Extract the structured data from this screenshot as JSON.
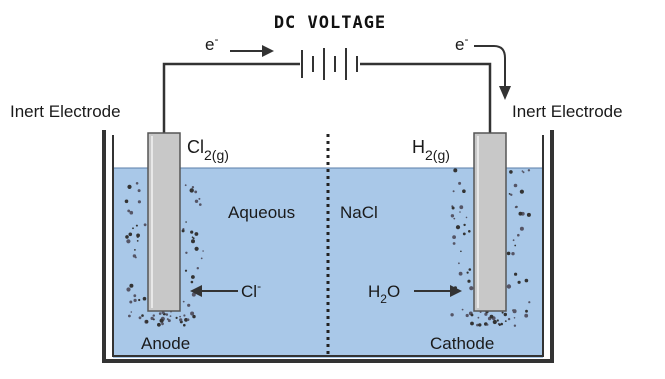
{
  "title": "DC VOLTAGE",
  "electron_left": "e",
  "electron_left_sup": "-",
  "electron_right": "e",
  "electron_right_sup": "-",
  "electrode_left_label": "Inert Electrode",
  "electrode_right_label": "Inert Electrode",
  "gas_left": {
    "base": "Cl",
    "sub": "2(g)"
  },
  "gas_right": {
    "base": "H",
    "sub": "2(g)"
  },
  "solution_left": "Aqueous",
  "solution_right": "NaCl",
  "ion_left": {
    "base": "Cl",
    "sup": "-"
  },
  "ion_right": {
    "base": "H",
    "sub": "2",
    "rest": "O"
  },
  "anode_label": "Anode",
  "cathode_label": "Cathode",
  "colors": {
    "solution": "#a9c8e8",
    "electrode": "#c8c8c8",
    "wire": "#3a3a3a",
    "container": "#333333"
  }
}
